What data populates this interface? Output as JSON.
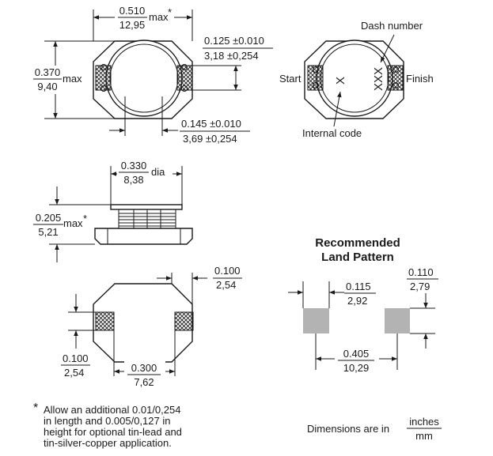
{
  "top_view": {
    "width_in": "0.510",
    "width_mm": "12,95",
    "width_suffix": "max",
    "star": "*",
    "height_in": "0.370",
    "height_mm": "9,40",
    "height_suffix": "max",
    "pad_height_in": "0.125 ±0.010",
    "pad_height_mm": "3,18 ±0,254",
    "pad_spacing_in": "0.145 ±0.010",
    "pad_spacing_mm": "3,69 ±0,254"
  },
  "marking_view": {
    "dash_label": "Dash number",
    "start_label": "Start",
    "finish_label": "Finish",
    "internal_label": "Internal code",
    "code_mark": "X",
    "dash_mark": "XXX"
  },
  "side_view": {
    "dia_in": "0.330",
    "dia_mm": "8,38",
    "dia_suffix": "dia",
    "height_in": "0.205",
    "height_mm": "5,21",
    "height_suffix": "max",
    "star": "*"
  },
  "bottom_view": {
    "corner_in": "0.100",
    "corner_mm": "2,54",
    "pad_offset_in": "0.100",
    "pad_offset_mm": "2,54",
    "pad_spacing_in": "0.300",
    "pad_spacing_mm": "7,62"
  },
  "land_pattern": {
    "title_line1": "Recommended",
    "title_line2": "Land Pattern",
    "pad_width_in": "0.115",
    "pad_width_mm": "2,92",
    "pad_height_in": "0.110",
    "pad_height_mm": "2,79",
    "span_in": "0.405",
    "span_mm": "10,29"
  },
  "footnote": {
    "star": "*",
    "line1": "Allow an additional 0.01/0,254",
    "line2": "in length and 0.005/0,127 in",
    "line3": "height for optional tin-lead and",
    "line4": "tin-silver-copper application."
  },
  "units_note": {
    "prefix": "Dimensions are in",
    "numerator": "inches",
    "denominator": "mm"
  },
  "colors": {
    "pad_fill": "#b3b3b3",
    "ink": "#1a1a1a"
  }
}
